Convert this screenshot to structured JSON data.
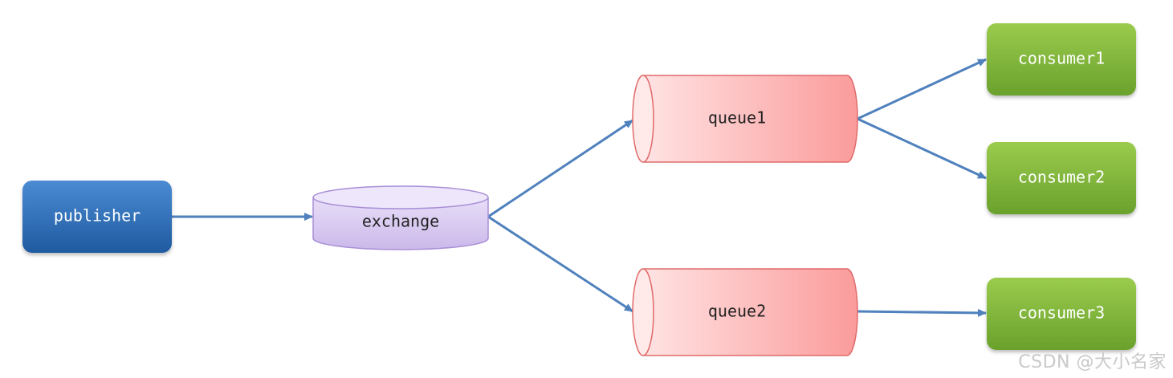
{
  "colors": {
    "publisher": "#2f6fb8",
    "exchange": "#d6c8ef",
    "queue": "#fca3a3",
    "consumer": "#7fb23a",
    "arrow": "#4f81bd"
  },
  "nodes": {
    "publisher": "publisher",
    "exchange": "exchange",
    "queue1": "queue1",
    "queue2": "queue2",
    "consumer1": "consumer1",
    "consumer2": "consumer2",
    "consumer3": "consumer3"
  },
  "edges": [
    {
      "from": "publisher",
      "to": "exchange"
    },
    {
      "from": "exchange",
      "to": "queue1"
    },
    {
      "from": "exchange",
      "to": "queue2"
    },
    {
      "from": "queue1",
      "to": "consumer1"
    },
    {
      "from": "queue1",
      "to": "consumer2"
    },
    {
      "from": "queue2",
      "to": "consumer3"
    }
  ],
  "watermark": "CSDN @大小名家"
}
